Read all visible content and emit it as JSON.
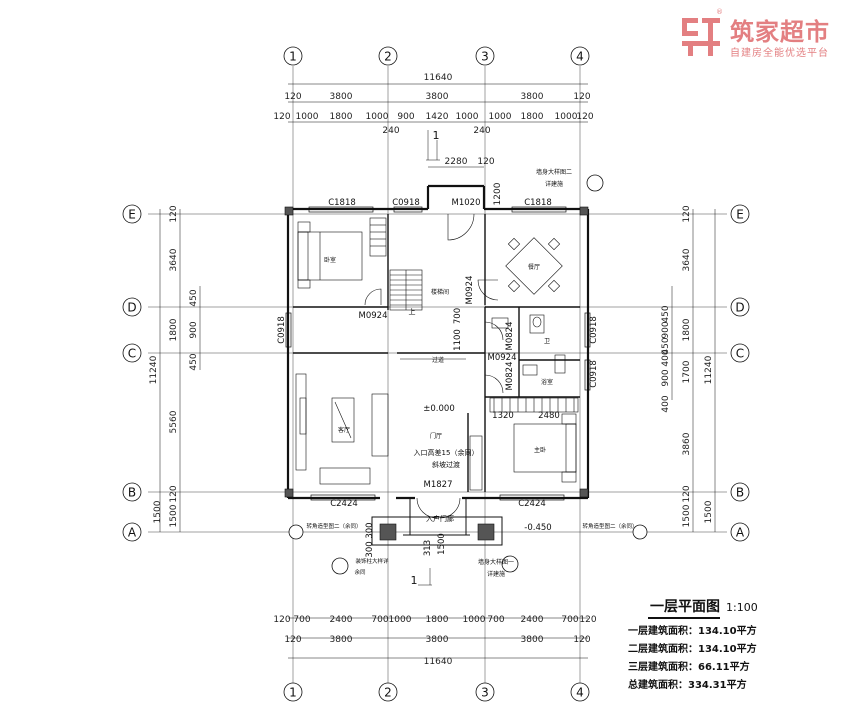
{
  "logo": {
    "brand": "筑家超市",
    "slogan": "自建房全能优选平台",
    "reg": "®"
  },
  "axes": {
    "vertical": [
      "1",
      "2",
      "3",
      "4"
    ],
    "horizontal": [
      "E",
      "D",
      "C",
      "B",
      "A"
    ]
  },
  "dims_top": {
    "total": "11640",
    "row1": [
      "120",
      "3800",
      "3800",
      "3800",
      "120"
    ],
    "row2": [
      "120",
      "1000",
      "1800",
      "1000",
      "900",
      "1420",
      "1000",
      "1000",
      "1800",
      "1000",
      "120"
    ],
    "wall_left": "240",
    "wall_right": "240",
    "entry_width": "2280",
    "entry_right": "120",
    "entry_depth": "1200"
  },
  "dims_bottom": {
    "row1": [
      "120",
      "700",
      "2400",
      "700",
      "1000",
      "1800",
      "1000",
      "700",
      "2400",
      "700",
      "120"
    ],
    "row2": [
      "120",
      "3800",
      "3800",
      "3800",
      "120"
    ],
    "total": "11640"
  },
  "dims_left": {
    "total": "11240",
    "segments": [
      "3640",
      "1800",
      "5560",
      "1500"
    ],
    "inner": [
      "450",
      "900",
      "450"
    ],
    "small": [
      "120",
      "120",
      "1500"
    ]
  },
  "dims_right": {
    "total": "11240",
    "segments": [
      "3640",
      "1800",
      "3860",
      "1500"
    ],
    "inner": [
      "450",
      "900",
      "450",
      "400",
      "1700",
      "900",
      "400"
    ],
    "small": [
      "120",
      "120",
      "1500"
    ]
  },
  "rooms": {
    "bedroom1": "卧室",
    "stair": "楼梯间",
    "dining": "餐厅",
    "toilet": "卫",
    "bath": "浴室",
    "living": "客厅",
    "master": "主卧",
    "hall": "门厅",
    "corridor": "过道"
  },
  "labels": {
    "c1818_left": "C1818",
    "c0918_top": "C0918",
    "m1020": "M1020",
    "c1818_right": "C1818",
    "m0924_bed": "M0924",
    "m0924_stair": "M0924",
    "c0918_left": "C0918",
    "m0824_a": "M0824",
    "m0924_bath": "M0924",
    "m0824_b": "M0824",
    "c0918_right_a": "C0918",
    "c0918_right_b": "C0918",
    "c2424_left": "C2424",
    "m1827": "M1827",
    "c2424_right": "C2424",
    "level": "±0.000",
    "level_outside": "-0.450",
    "entry_height": "入口高差15（余同）",
    "ramp": "斜坡过渡",
    "door_label": "入户门廊",
    "dim_1320": "1320",
    "dim_2480": "2480",
    "dim_1100": "1100",
    "dim_700": "700",
    "up": "上",
    "detail_top": "墙身大样图二",
    "detail_top_sub": "详建施",
    "detail_bottom": "墙身大样图一",
    "detail_bottom_sub": "详建施",
    "detail_left": "转角造型图二（余同）",
    "detail_right": "转角造型图二（余同）",
    "detail_column": "装饰柱大样详",
    "detail_column_sub": "余同",
    "section_mark": "1",
    "small_dims": "300 300",
    "col_1500": "1500",
    "col_313": "313"
  },
  "legend": {
    "title": "一层平面图",
    "scale": "1:100",
    "rows": [
      "一层建筑面积：134.10平方",
      "二层建筑面积：134.10平方",
      "三层建筑面积：66.11平方",
      "总建筑面积：334.31平方"
    ]
  },
  "colors": {
    "line": "#111111",
    "logo": "#e37f81",
    "dim": "#222222"
  }
}
